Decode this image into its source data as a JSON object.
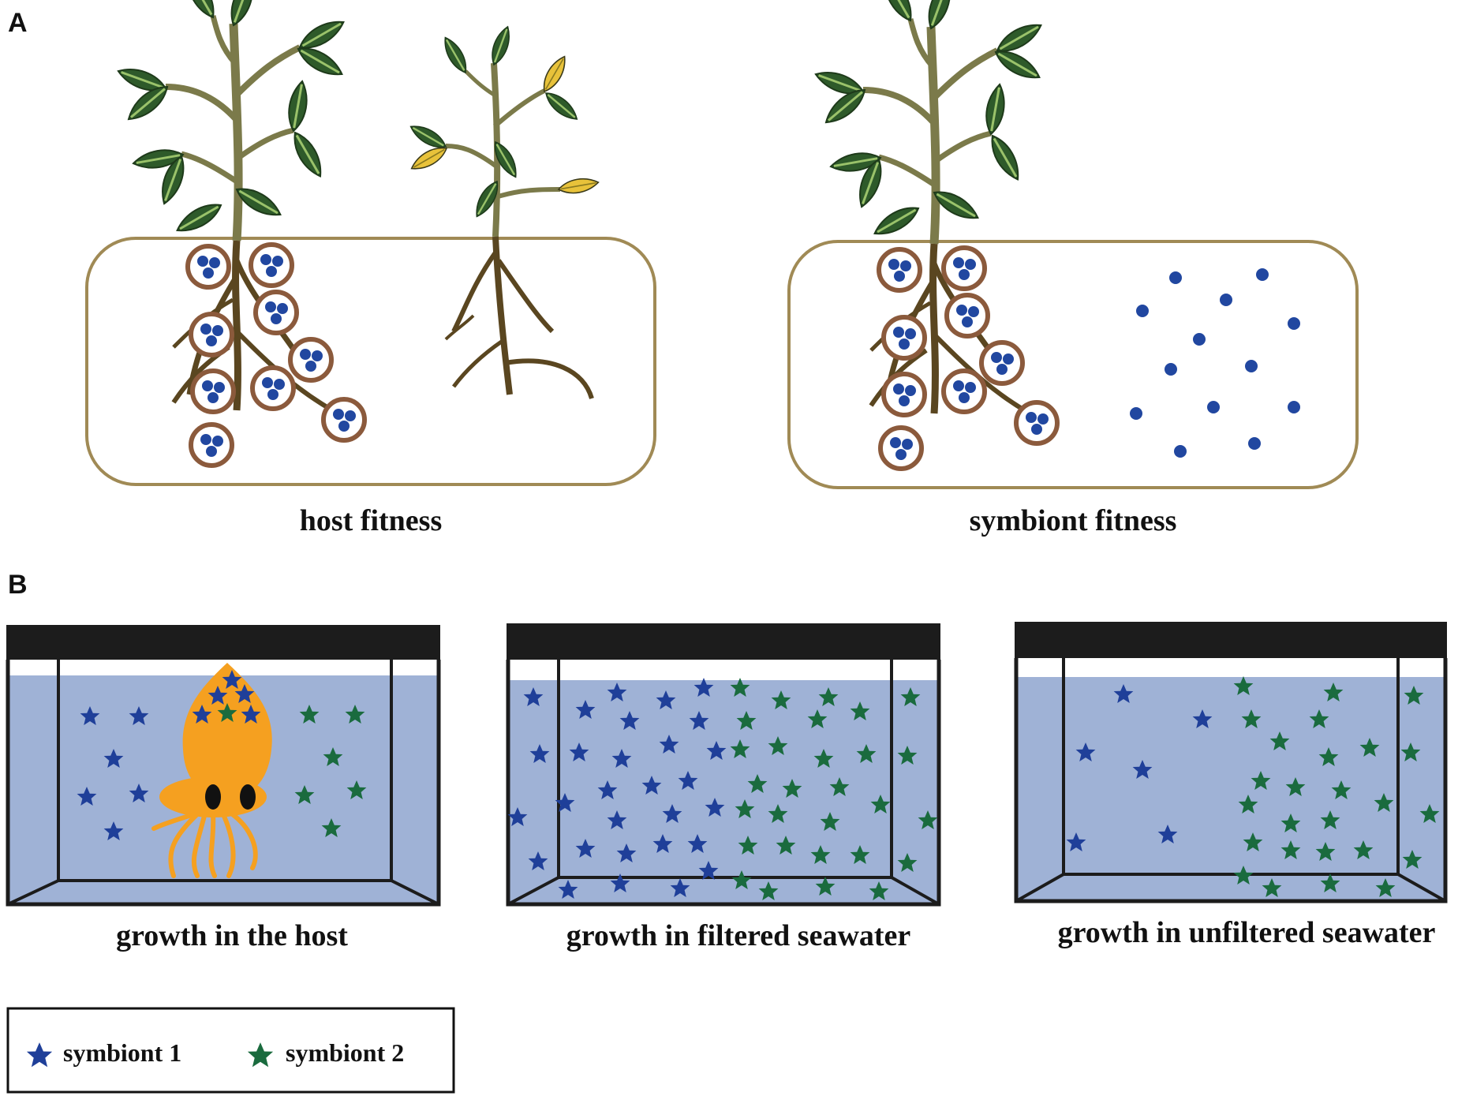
{
  "panel_a": {
    "label": "A",
    "left_caption": "host fitness",
    "right_caption": "symbiont fitness"
  },
  "panel_b": {
    "label": "B",
    "tank_captions": [
      "growth in the host",
      "growth in filtered seawater",
      "growth in unfiltered seawater"
    ]
  },
  "legend": {
    "items": [
      {
        "label": "symbiont 1",
        "color": "#1f3f99"
      },
      {
        "label": "symbiont 2",
        "color": "#1a6b3e"
      }
    ]
  },
  "colors": {
    "soil_outline": "#a08a55",
    "stem": "#7b7a4a",
    "root": "#5a4620",
    "leaf": "#2e5a2a",
    "leaf_vein": "#9ac26a",
    "leaf_yellow": "#e8c23a",
    "nodule": "#8b5a3c",
    "bacteria": "#2147a0",
    "water": "#9fb2d6",
    "tank_lid": "#1c1c1c",
    "squid": "#f5a020"
  }
}
